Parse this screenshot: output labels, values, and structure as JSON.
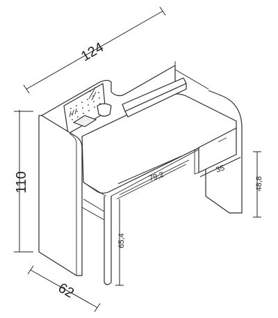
{
  "dimensions": {
    "width_total": "124",
    "height_total": "110",
    "depth_total": "62",
    "desk_width_inner": "79,2",
    "drawer_depth": "35",
    "drawer_height": "48,8",
    "desk_height": "65,4"
  }
}
